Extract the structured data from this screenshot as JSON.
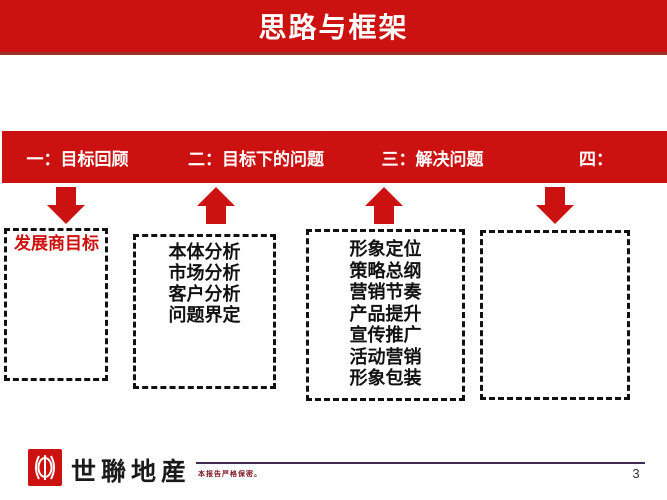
{
  "title": "思路与框架",
  "colors": {
    "accent_red": "#cc1111",
    "banner_underline": "#9c3328",
    "footer_line": "#3f2a52",
    "footer_text": "#7c1520",
    "box_border": "#111111"
  },
  "flow": {
    "steps": [
      {
        "label": "一：目标回顾",
        "connector": "down"
      },
      {
        "label": "二：目标下的问题",
        "connector": "up"
      },
      {
        "label": "三：解决问题",
        "connector": "up"
      },
      {
        "label": "四：",
        "connector": "down"
      }
    ],
    "boxes": [
      {
        "lines": [
          "发展商目标"
        ],
        "text_color": "red"
      },
      {
        "lines": [
          "本体分析",
          "市场分析",
          "客户分析",
          "问题界定"
        ],
        "text_color": "black"
      },
      {
        "lines": [
          "形象定位",
          "策略总纲",
          "营销节奏",
          "产品提升",
          "宣传推广",
          "活动营销",
          "形象包装"
        ],
        "text_color": "black"
      },
      {
        "lines": [],
        "text_color": "black"
      }
    ]
  },
  "footer": {
    "logo_text": "世聯地産",
    "confidential_note": "本报告严格保密。",
    "page_number": "3"
  }
}
